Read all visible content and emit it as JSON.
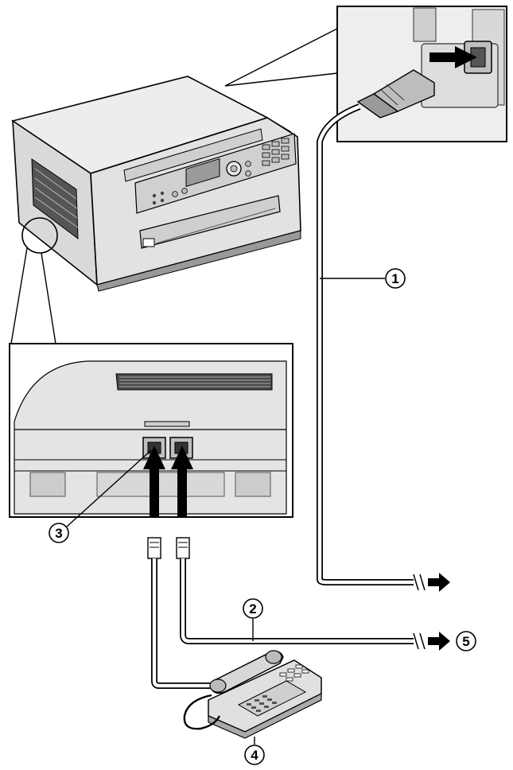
{
  "callouts": {
    "c1": "1",
    "c2": "2",
    "c3": "3",
    "c4": "4",
    "c5": "5"
  },
  "colors": {
    "ink": "#000000",
    "device_body": "#e9e9e9",
    "device_shade": "#c8c8c8",
    "device_dark": "#8a8a8a",
    "cable": "#ffffff",
    "background": "#ffffff"
  },
  "icons": {
    "arrow": "right-arrow-icon",
    "plug_arrow": "left-arrow-icon",
    "insert_arrow": "up-arrow-icon"
  }
}
